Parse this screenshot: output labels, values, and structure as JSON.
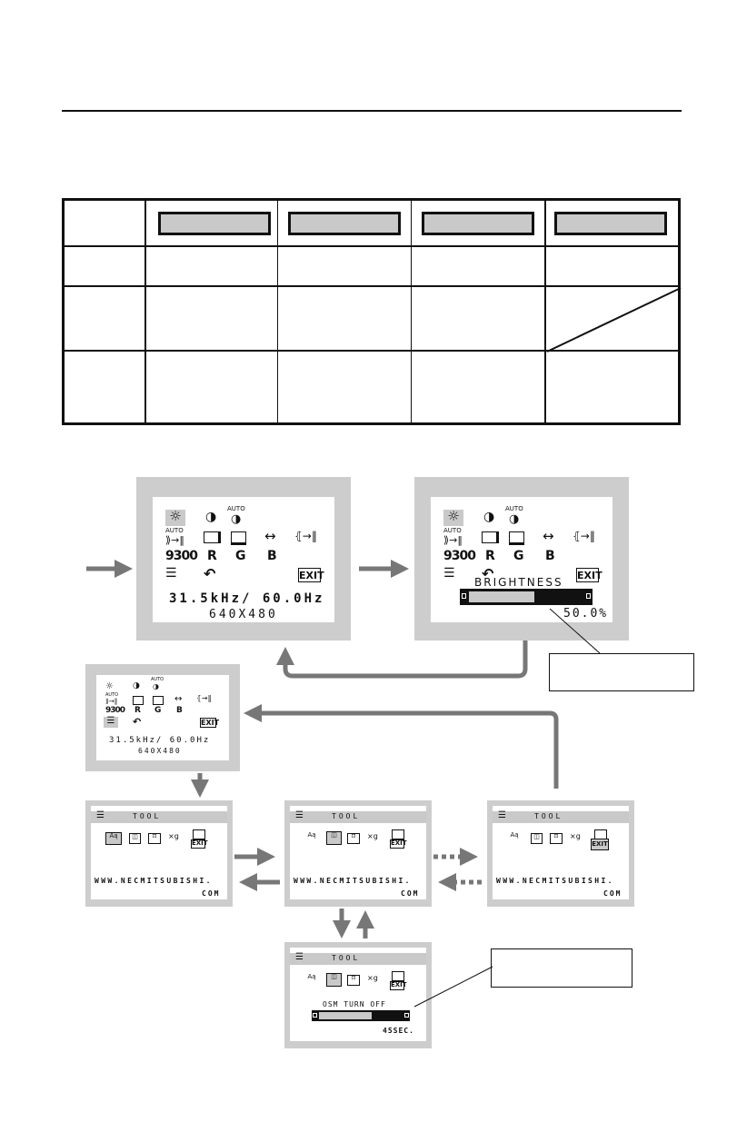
{
  "screen_main": {
    "labels": {
      "auto": "AUTO",
      "color_temp": "9300",
      "r": "R",
      "g": "G",
      "b": "B",
      "exit": "EXIT"
    },
    "frequency": "31.5kHz/ 60.0Hz",
    "resolution": "640X480"
  },
  "screen_brightness": {
    "title": "BRIGHTNESS",
    "value_text": "50.0%",
    "level_fraction": 0.5
  },
  "tool_screen": {
    "title": "TOOL",
    "url_line1": "WWW.NECMITSUBISHI.",
    "url_line2": "COM",
    "exit": "EXIT"
  },
  "osm_screen": {
    "title": "TOOL",
    "bar_label": "OSM TURN OFF",
    "value_text": "45SEC.",
    "level_fraction": 0.45
  },
  "colors": {
    "panel_gray": "#cdcdcd",
    "arrow_gray": "#777777",
    "button_gray": "#c9c9c9"
  }
}
